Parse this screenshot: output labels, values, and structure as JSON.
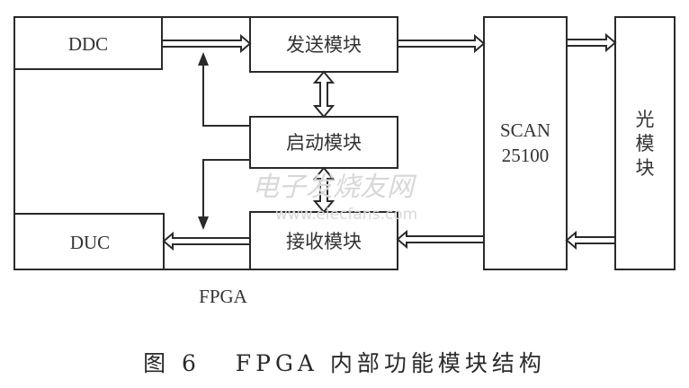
{
  "figure": {
    "caption": "图 6   FPGA 内部功能模块结构",
    "fpga_label": "FPGA"
  },
  "blocks": {
    "ddc": "DDC",
    "duc": "DUC",
    "send": "发送模块",
    "start": "启动模块",
    "receive": "接收模块",
    "scan_line1": "SCAN",
    "scan_line2": "25100",
    "optical": [
      "光",
      "模",
      "块"
    ]
  },
  "watermark": {
    "cn": "电子发烧友网",
    "url": "www.elecfans.com"
  },
  "connections": [
    {
      "from": "DDC",
      "to": "发送模块",
      "type": "bus"
    },
    {
      "from": "发送模块",
      "to": "SCAN 25100",
      "type": "bus"
    },
    {
      "from": "SCAN 25100",
      "to": "光模块",
      "type": "bus"
    },
    {
      "from": "光模块",
      "to": "SCAN 25100",
      "type": "bus"
    },
    {
      "from": "SCAN 25100",
      "to": "接收模块",
      "type": "bus"
    },
    {
      "from": "接收模块",
      "to": "DUC",
      "type": "bus"
    },
    {
      "from": "发送模块",
      "to": "启动模块",
      "type": "bidirectional-bus"
    },
    {
      "from": "启动模块",
      "to": "接收模块",
      "type": "bidirectional-bus"
    },
    {
      "from": "启动模块",
      "to": "DDC-path",
      "type": "control"
    },
    {
      "from": "启动模块",
      "to": "DUC-path",
      "type": "control"
    }
  ]
}
